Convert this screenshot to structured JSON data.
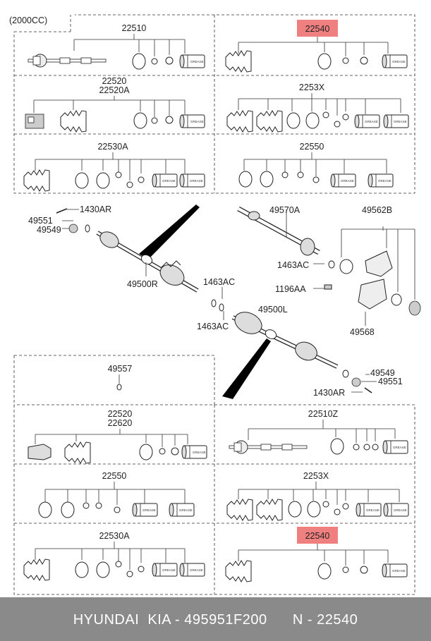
{
  "diagram": {
    "variant_label": "(2000CC)",
    "grease_label": "GREASE",
    "top_panels": {
      "p1": "22510",
      "p2": "22540",
      "p3_line1": "22520",
      "p3_line2": "22520A",
      "p4": "2253X",
      "p5": "22530A",
      "p6": "22550"
    },
    "bottom_panels": {
      "p1": "49557",
      "p2_line1": "22520",
      "p2_line2": "22620",
      "p3": "22510Z",
      "p4": "22550",
      "p5": "2253X",
      "p6": "22530A",
      "p7": "22540"
    },
    "callouts": {
      "c1430ar_top": "1430AR",
      "c49551_top": "49551",
      "c49549_top": "49549",
      "c49500r": "49500R",
      "c49570a": "49570A",
      "c49562b": "49562B",
      "c1463ac_right": "1463AC",
      "c1196aa": "1196AA",
      "c49568": "49568",
      "c1463ac_top": "1463AC",
      "c1463ac_bottom": "1463AC",
      "c49500l": "49500L",
      "c49549_bottom": "49549",
      "c49551_bottom": "49551",
      "c1430ar_bottom": "1430AR"
    },
    "highlight_color": "#f08080"
  },
  "footer": {
    "text": "HYUNDAI  KIA - 495951F200      N - 22540"
  }
}
